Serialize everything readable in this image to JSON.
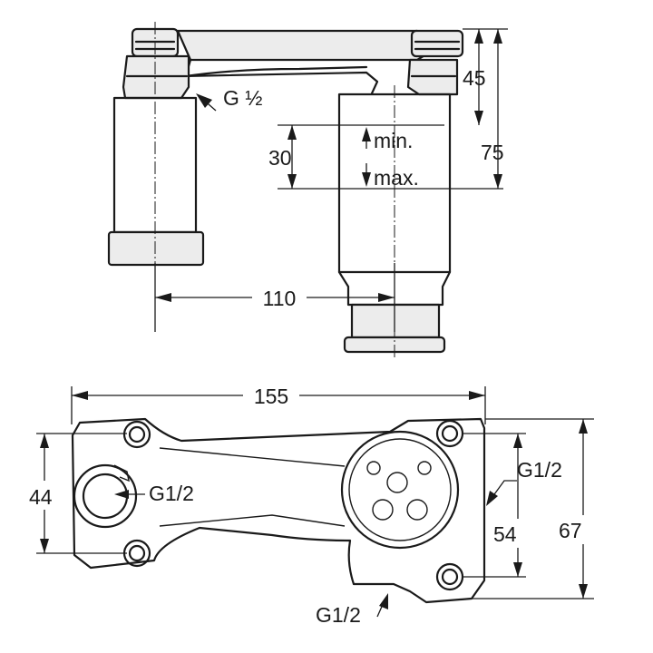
{
  "labels": {
    "thread_top": "G ½",
    "dim_30": "30",
    "min": "min.",
    "max": "max.",
    "dim_45": "45",
    "dim_75": "75",
    "dim_110": "110",
    "dim_155": "155",
    "dim_44": "44",
    "thread_left": "G1/2",
    "thread_right": "G1/2",
    "dim_54": "54",
    "dim_67": "67",
    "thread_bottom": "G1/2"
  }
}
